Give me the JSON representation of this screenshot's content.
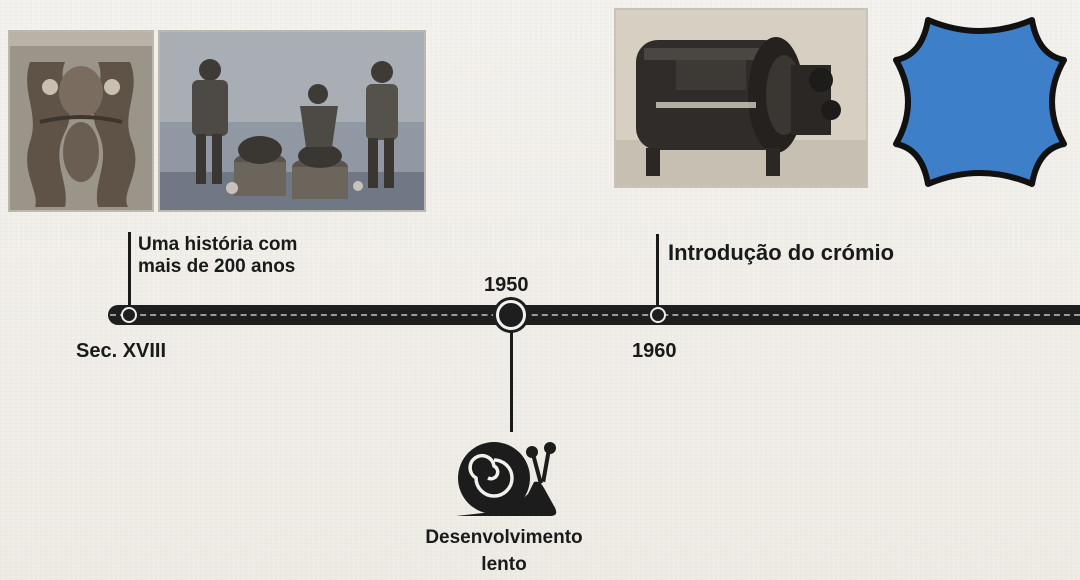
{
  "timeline": {
    "events": [
      {
        "marker": "Sec. XVIII",
        "description": "Uma história com mais de 200 anos"
      },
      {
        "marker": "1950",
        "description": "Desenvolvimento lento"
      },
      {
        "marker": "1960",
        "description": "Introdução do crómio"
      }
    ]
  },
  "labels": {
    "history_line1": "Uma história com",
    "history_line2": "mais de 200 anos",
    "chrome": "Introdução do crómio",
    "year_1950": "1950",
    "sec": "Sec. XVIII",
    "year_1960": "1960",
    "dev_line1": "Desenvolvimento",
    "dev_line2": "lento"
  },
  "colors": {
    "leather_icon": "#3d7fc9",
    "timeline": "#1e1e1e"
  },
  "icons": [
    "leather-hide-icon",
    "snail-icon"
  ]
}
